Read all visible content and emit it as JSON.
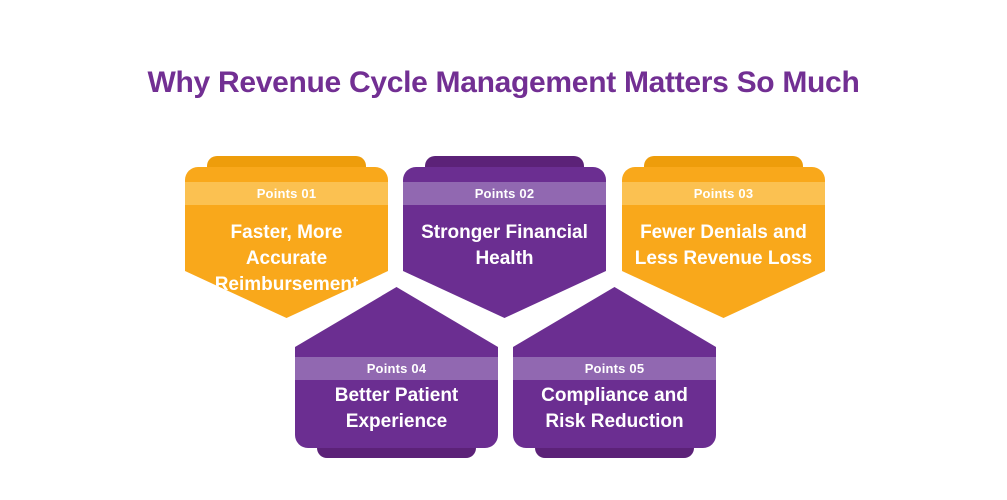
{
  "title": "Why Revenue Cycle Management Matters So Much",
  "colors": {
    "title_color": "#722F93",
    "orange_base": "#F9A81B",
    "orange_band": "#FBC151",
    "orange_tab": "#EE9D0B",
    "purple_base": "#6B2E91",
    "purple_band": "#9168B1",
    "purple_tab": "#5C2278",
    "card_text": "#FFFFFF"
  },
  "cards": [
    {
      "badge": "Points 01",
      "line1": "Faster, More Accurate",
      "line2": "Reimbursement",
      "theme": "orange",
      "row": "top"
    },
    {
      "badge": "Points 02",
      "line1": "Stronger Financial",
      "line2": "Health",
      "theme": "purple",
      "row": "top"
    },
    {
      "badge": "Points 03",
      "line1": "Fewer Denials and",
      "line2": "Less Revenue Loss",
      "theme": "orange",
      "row": "top"
    },
    {
      "badge": "Points 04",
      "line1": "Better Patient",
      "line2": "Experience",
      "theme": "purple",
      "row": "bottom"
    },
    {
      "badge": "Points 05",
      "line1": "Compliance and",
      "line2": "Risk Reduction",
      "theme": "purple",
      "row": "bottom"
    }
  ]
}
